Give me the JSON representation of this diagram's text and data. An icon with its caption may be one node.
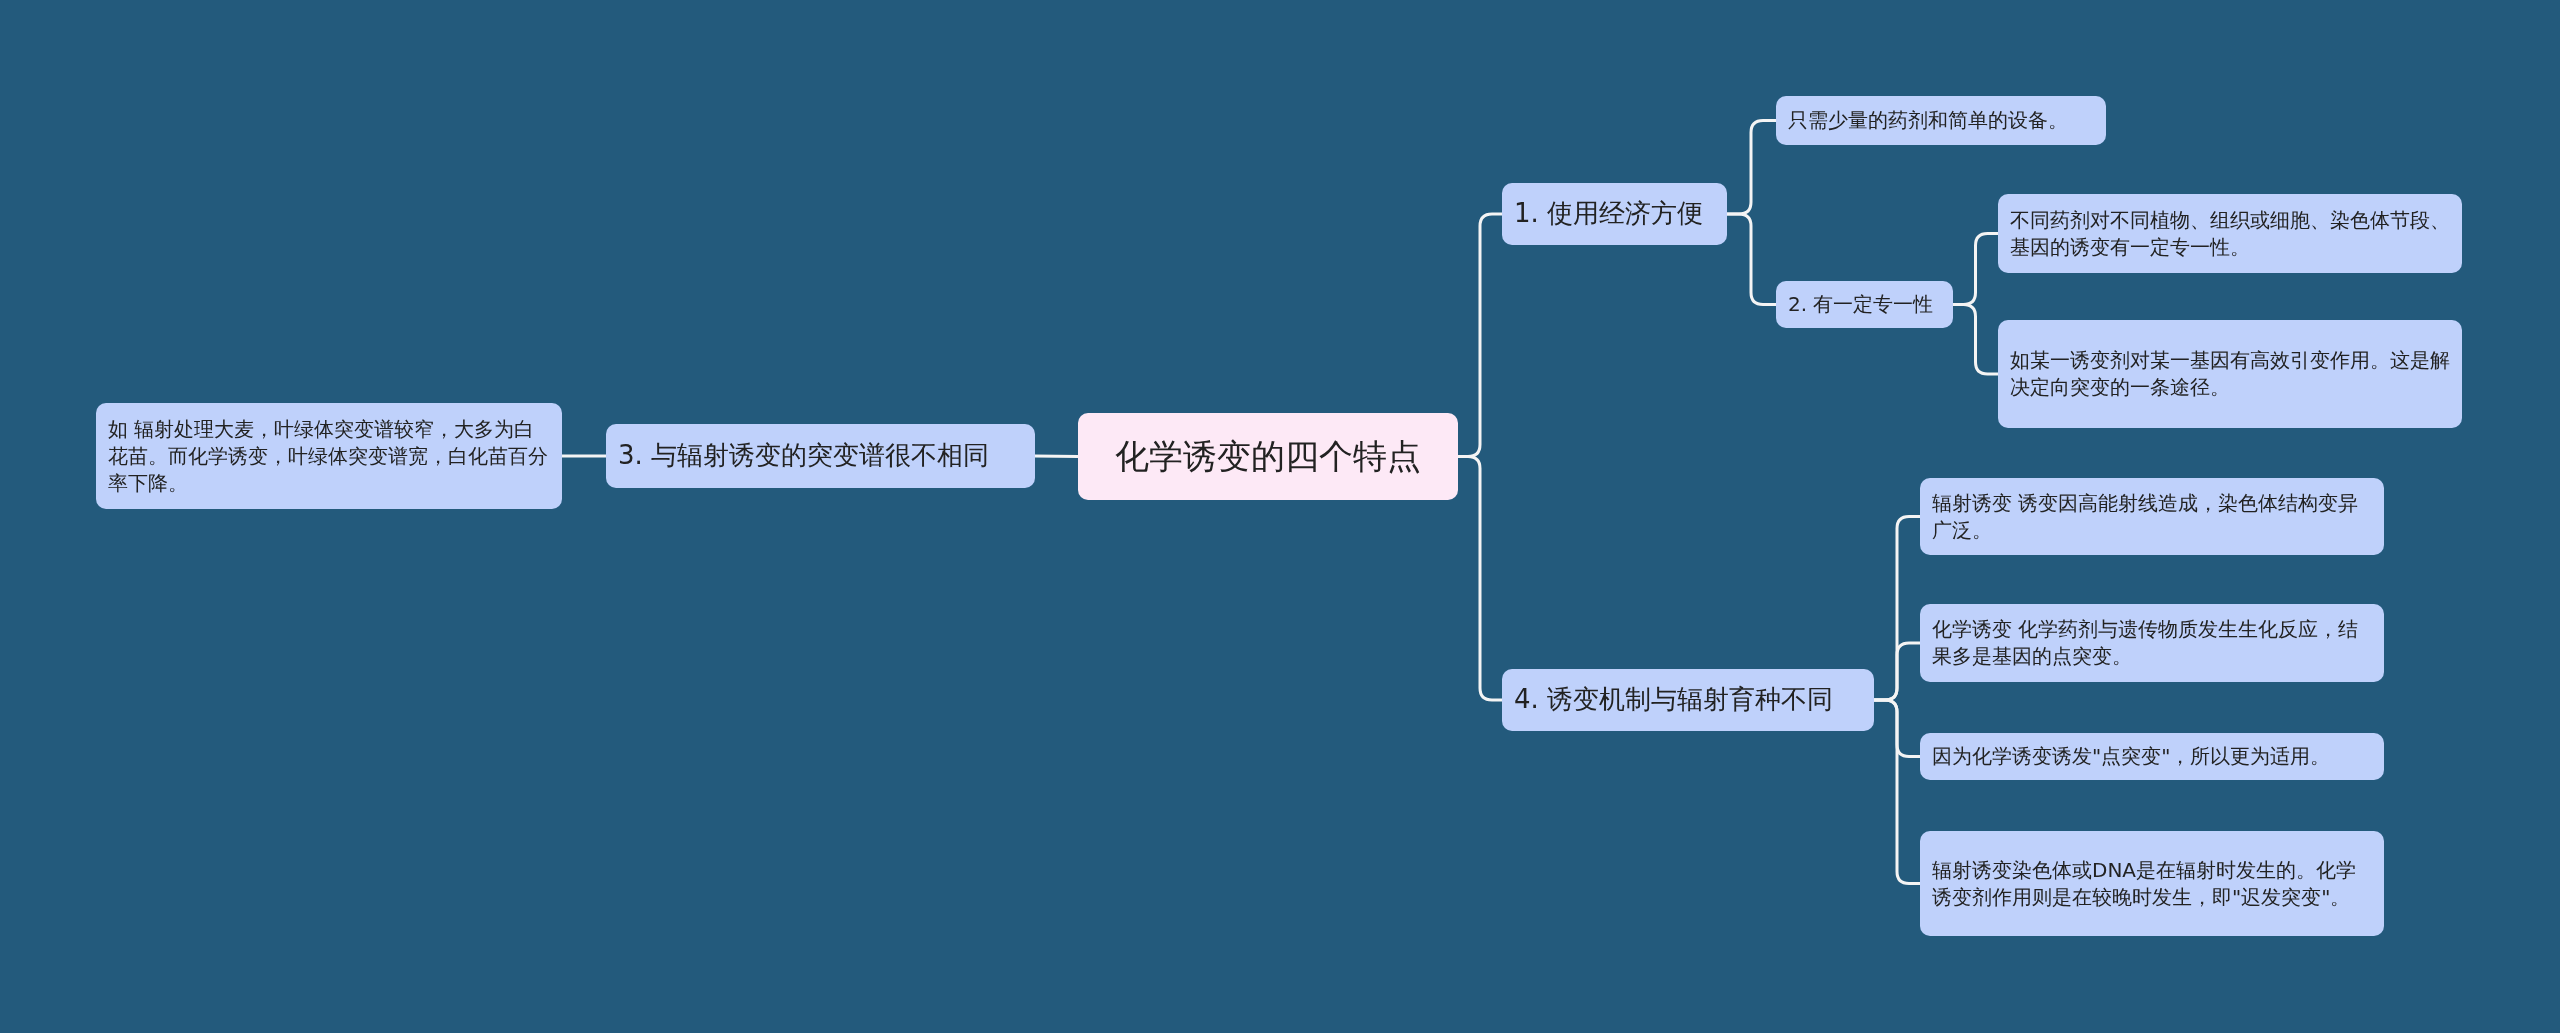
{
  "diagram": {
    "nodes": [
      {
        "text": [
          "化学诱变的四个特点"
        ]
      },
      {
        "text": [
          "1. 使用经济方便"
        ]
      },
      {
        "text": [
          "只需少量的药剂和简单的设备。"
        ]
      },
      {
        "text": [
          "2. 有一定专一性"
        ]
      },
      {
        "text": [
          "不同药剂对不同植物、组织或细胞、染色体节段、基因的诱变有一定专一性。"
        ]
      },
      {
        "text": [
          "如某一诱变剂对某一基因有高效引变作用。这是解决定向突变的一条途径。"
        ]
      },
      {
        "text": [
          "3. 与辐射诱变的突变谱很不相同"
        ]
      },
      {
        "text": [
          "如 辐射处理大麦，叶绿体突变谱较窄，大多为白花苗。而化学诱变，叶绿体突变谱宽，白化苗百分率下降。"
        ]
      },
      {
        "text": [
          "4. 诱变机制与辐射育种不同"
        ]
      },
      {
        "text": [
          "辐射诱变 诱变因高能射线造成，染色体结构变异广泛。"
        ]
      },
      {
        "text": [
          "化学诱变 化学药剂与遗传物质发生生化反应，结果多是基因的点突变。"
        ]
      },
      {
        "text": [
          "因为化学诱变诱发\"点突变\"，所以更为适用。"
        ]
      },
      {
        "text": [
          "辐射诱变染色体或DNA是在辐射时发生的。化学诱变剂作用则是在较晚时发生，即\"迟发突变\"。"
        ]
      }
    ],
    "edges": [
      {
        "from": 0,
        "to": 1,
        "arrow": "none"
      },
      {
        "from": 1,
        "to": 2,
        "arrow": "none"
      },
      {
        "from": 1,
        "to": 3,
        "arrow": "none"
      },
      {
        "from": 3,
        "to": 4,
        "arrow": "none"
      },
      {
        "from": 3,
        "to": 5,
        "arrow": "none"
      },
      {
        "from": 0,
        "to": 6,
        "arrow": "none"
      },
      {
        "from": 6,
        "to": 7,
        "arrow": "none"
      },
      {
        "from": 0,
        "to": 8,
        "arrow": "none"
      },
      {
        "from": 8,
        "to": 9,
        "arrow": "none"
      },
      {
        "from": 8,
        "to": 10,
        "arrow": "none"
      },
      {
        "from": 8,
        "to": 11,
        "arrow": "none"
      },
      {
        "from": 8,
        "to": 12,
        "arrow": "none"
      }
    ]
  }
}
